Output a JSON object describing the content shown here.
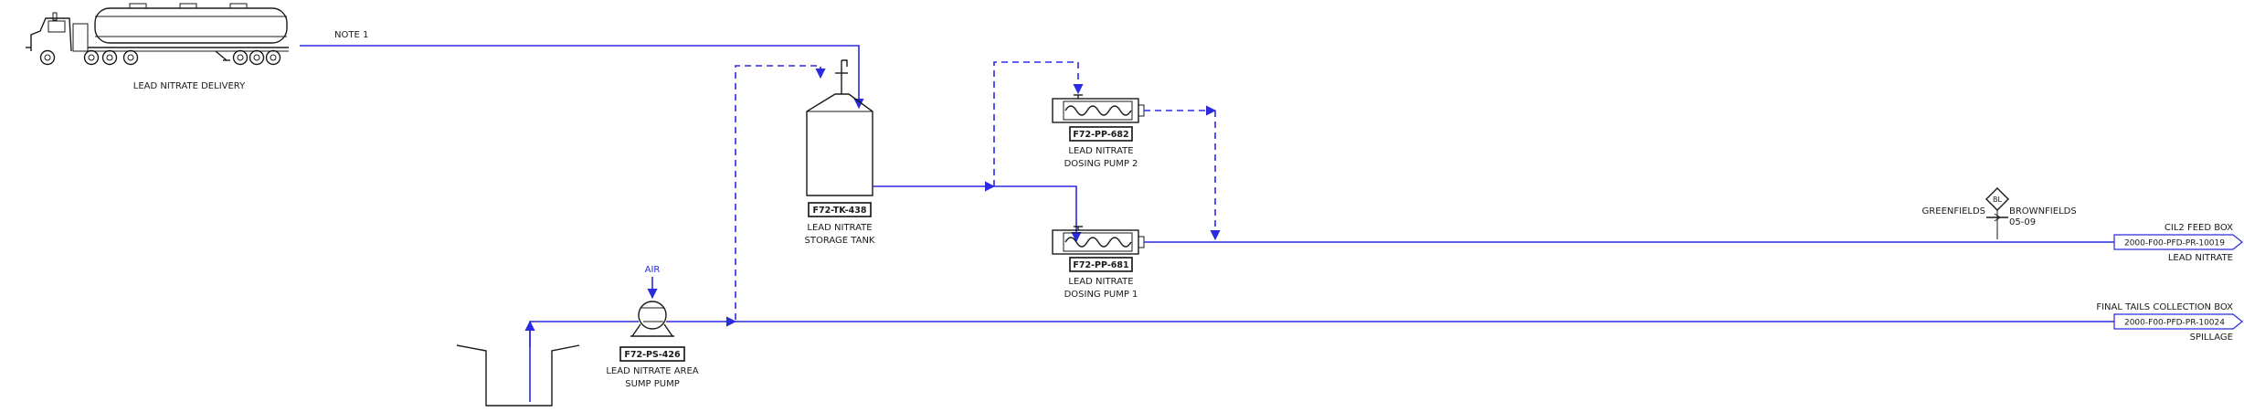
{
  "delivery": {
    "label": "LEAD NITRATE DELIVERY",
    "note": "NOTE 1"
  },
  "tank": {
    "tag": "F72-TK-438",
    "name_line1": "LEAD NITRATE",
    "name_line2": "STORAGE TANK"
  },
  "pump2": {
    "tag": "F72-PP-682",
    "name_line1": "LEAD NITRATE",
    "name_line2": "DOSING PUMP 2"
  },
  "pump1": {
    "tag": "F72-PP-681",
    "name_line1": "LEAD NITRATE",
    "name_line2": "DOSING PUMP 1"
  },
  "sump": {
    "tag": "F72-PS-426",
    "name_line1": "LEAD NITRATE AREA",
    "name_line2": "SUMP PUMP",
    "air": "AIR"
  },
  "battery_limit": {
    "symbol": "BL",
    "left": "GREENFIELDS",
    "right": "BROWNFIELDS",
    "ref": "05-09"
  },
  "offpage": [
    {
      "destination": "CIL2 FEED BOX",
      "drawing": "2000-F00-PFD-PR-10019",
      "service": "LEAD NITRATE"
    },
    {
      "destination": "FINAL TAILS COLLECTION BOX",
      "drawing": "2000-F00-PFD-PR-10024",
      "service": "SPILLAGE"
    }
  ],
  "colors": {
    "line": "#2a2ae0",
    "equipment": "#1a1a1a"
  }
}
